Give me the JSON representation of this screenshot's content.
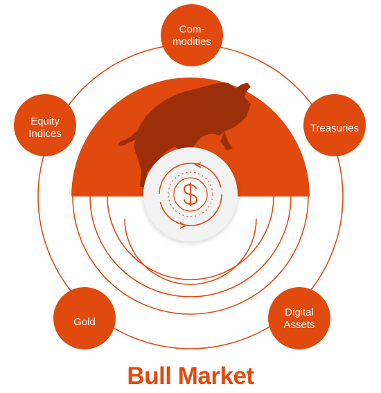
{
  "title": "Bull Market",
  "nodes": [
    {
      "id": "commodities",
      "label": [
        "Com-",
        "modities"
      ]
    },
    {
      "id": "treasuries",
      "label": [
        "Treasuries"
      ]
    },
    {
      "id": "equity-indices",
      "label": [
        "Equity",
        "Indices"
      ]
    },
    {
      "id": "gold",
      "label": [
        "Gold"
      ]
    },
    {
      "id": "digital-assets",
      "label": [
        "Digital",
        "Assets"
      ]
    }
  ],
  "center_icon": "dollar-cycle-icon",
  "decorative_icon": "bull-icon",
  "colors": {
    "accent": "#e04a0f",
    "dark_accent": "#9c2f09",
    "hub_fill": "#f2f2f2",
    "background": "#ffffff"
  }
}
